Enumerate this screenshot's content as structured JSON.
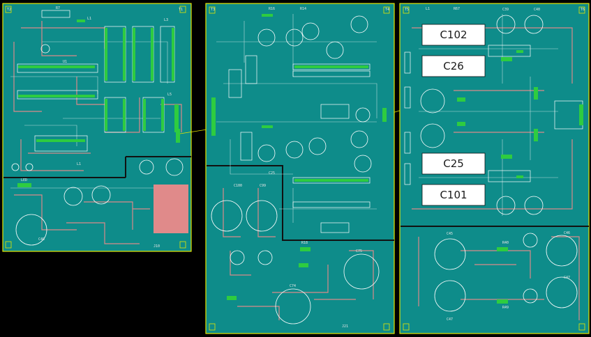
{
  "labels": {
    "c102": "C102",
    "c26": "C26",
    "c25": "C25",
    "c101": "C101",
    "tl_t1": "T1",
    "tl_t2": "T2",
    "tl_t3": "T3",
    "tl_t4": "T4",
    "tl_t5": "T5",
    "tl_t6": "T6"
  },
  "colors": {
    "board": "#0e8c8a",
    "outline": "#e6e600",
    "trace": "#d98a8a",
    "pad": "#2ecc40",
    "silk": "#ffffff",
    "copper_pad": "#e08a8a",
    "background": "#000000"
  }
}
